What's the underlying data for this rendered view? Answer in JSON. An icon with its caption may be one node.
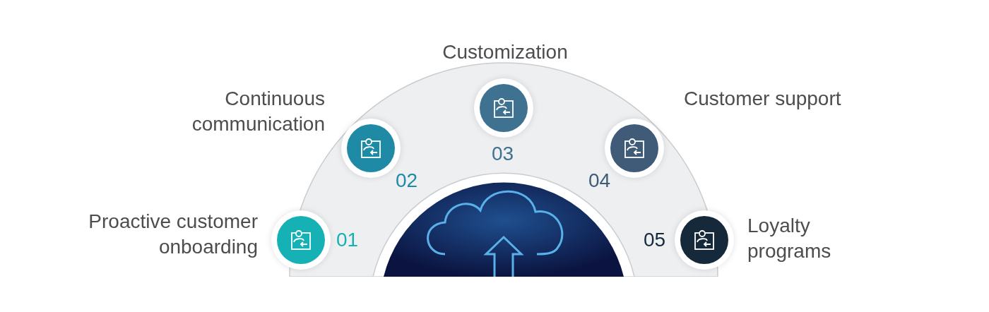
{
  "diagram": {
    "nodes": [
      {
        "text": [
          "Proactive customer onboarding"
        ],
        "beside": [
          "01"
        ]
      },
      {
        "text": [
          "Continuous communication"
        ],
        "beside": [
          "02"
        ]
      },
      {
        "text": [
          "Customization"
        ],
        "beside": [
          "03"
        ]
      },
      {
        "text": [
          "Customer support"
        ],
        "beside": [
          "04"
        ]
      },
      {
        "text": [
          "Loyalty programs"
        ],
        "beside": [
          "05"
        ]
      }
    ]
  }
}
